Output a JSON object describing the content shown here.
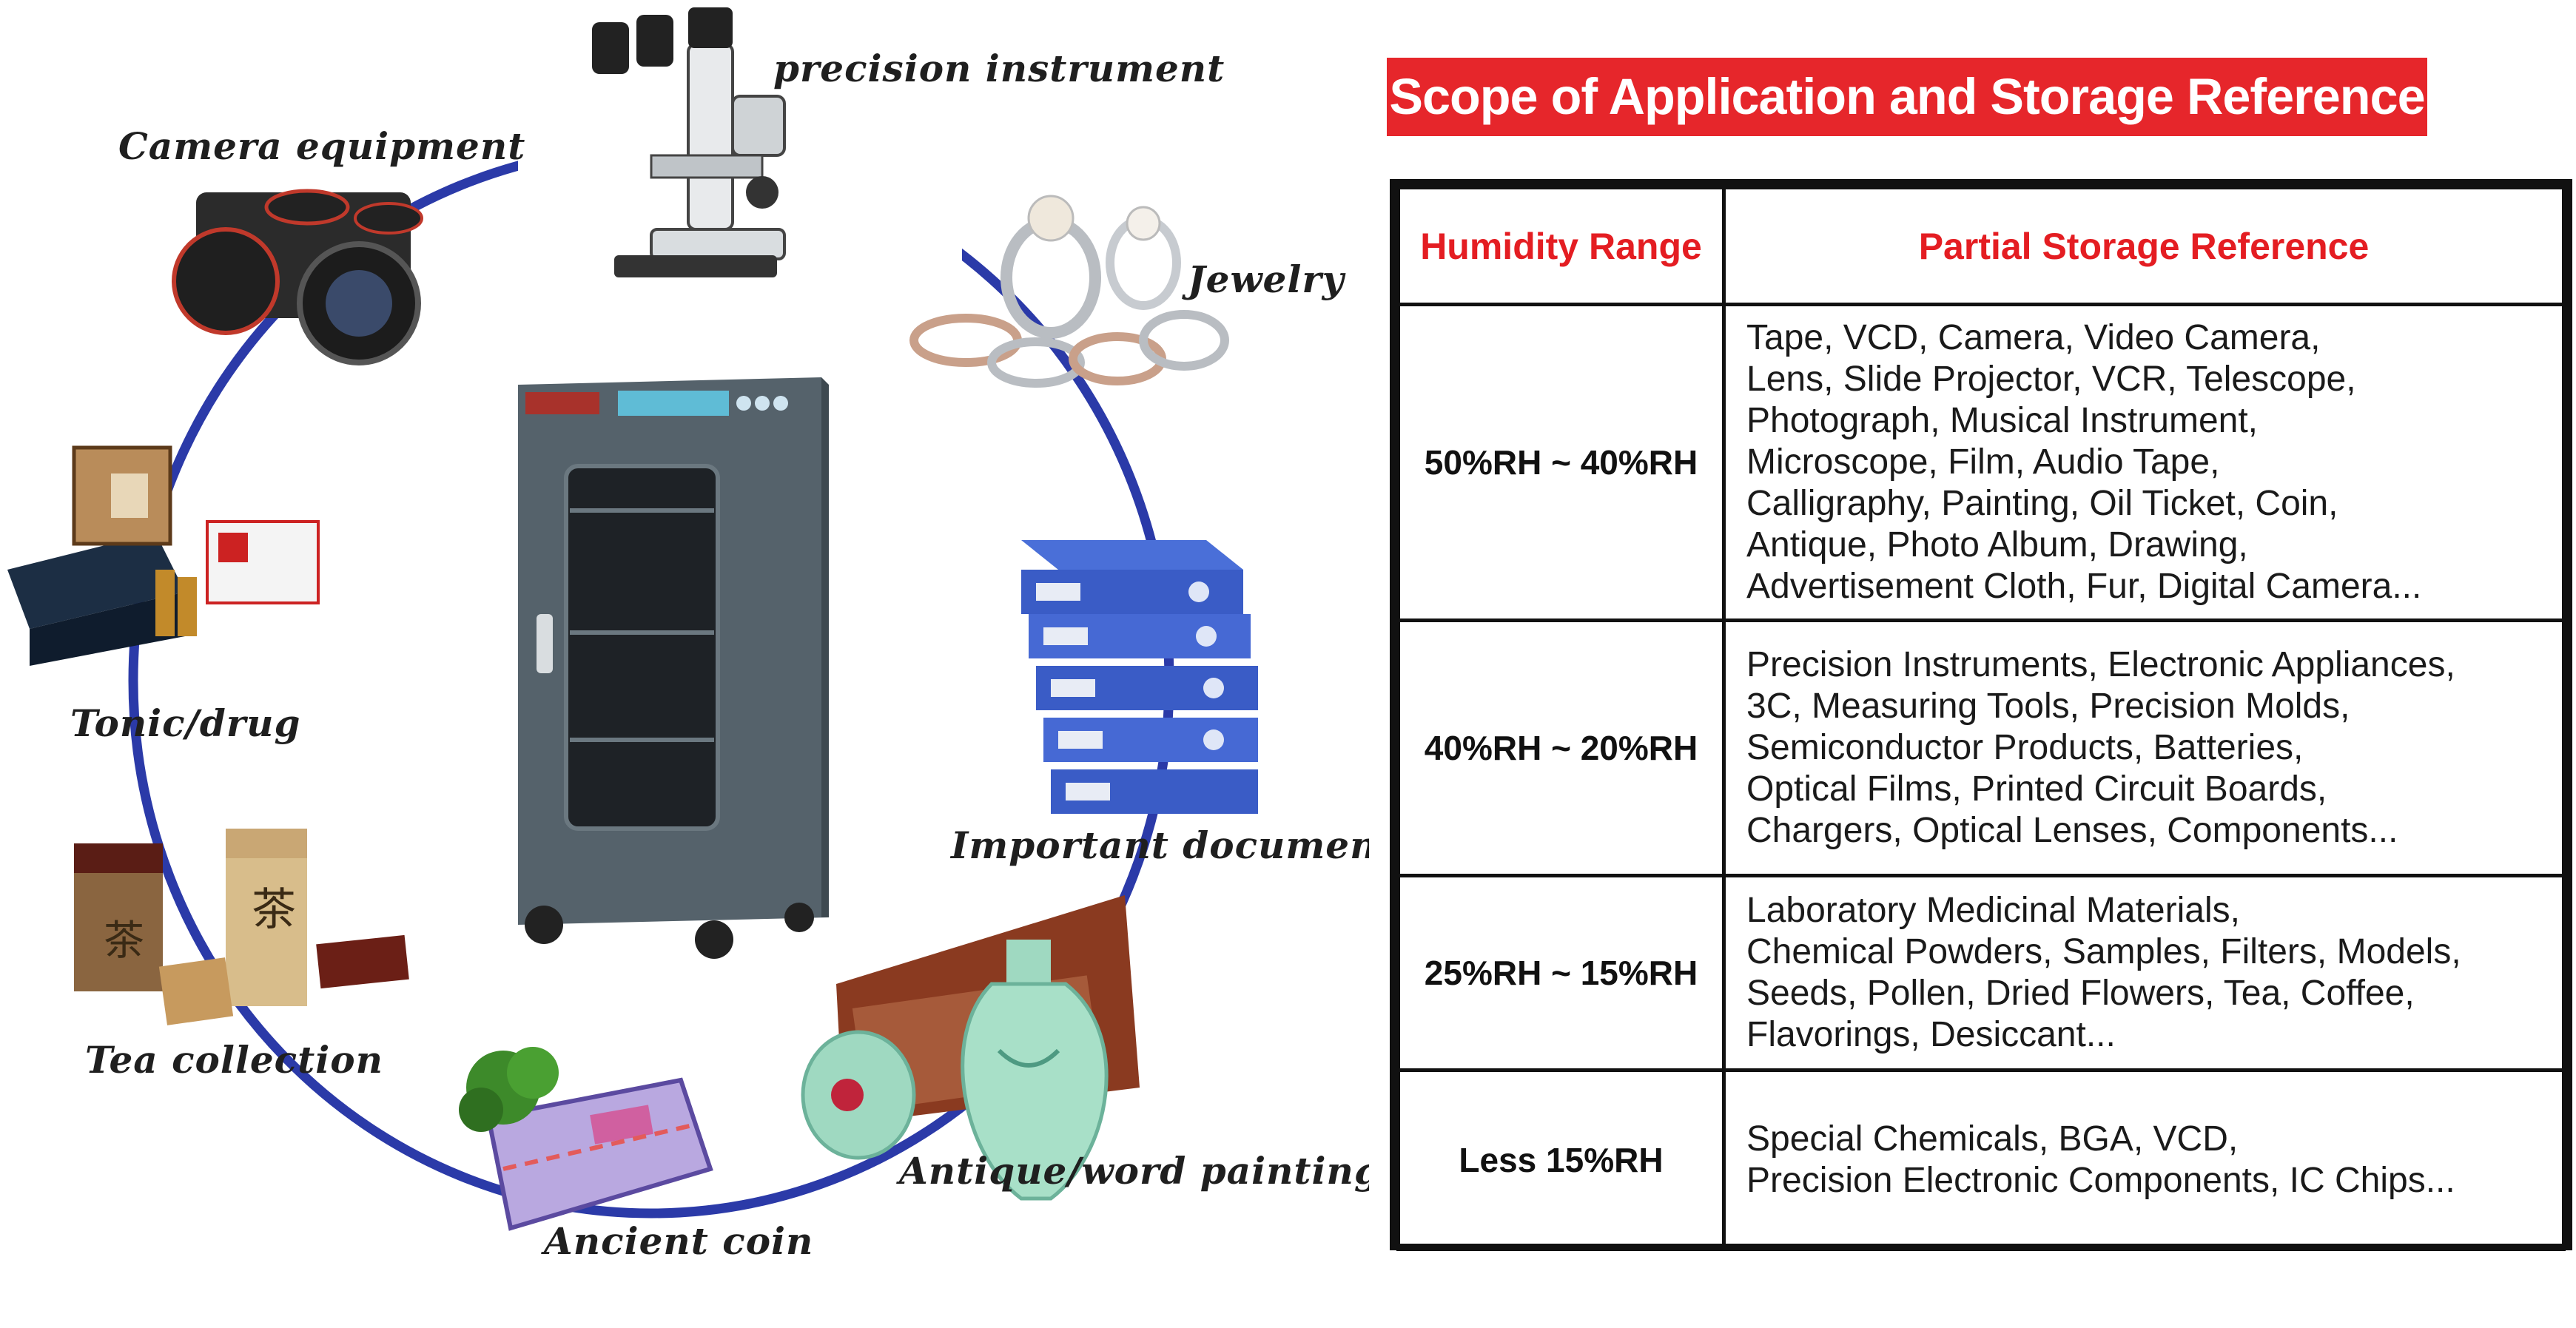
{
  "title": "Scope of Application and Storage Reference",
  "categories": [
    "precision instrument",
    "Jewelry",
    "Important document",
    "Antique/word painting",
    "Ancient coin",
    "Tea collection",
    "Tonic/drug",
    "Camera equipment"
  ],
  "table": {
    "headers": [
      "Humidity Range",
      "Partial Storage Reference"
    ],
    "rows": [
      {
        "range": "50%RH ~ 40%RH",
        "lines": [
          "Tape, VCD, Camera, Video Camera,",
          "Lens, Slide Projector, VCR, Telescope,",
          "Photograph, Musical Instrument,",
          "Microscope, Film, Audio Tape,",
          "Calligraphy, Painting, Oil Ticket, Coin,",
          "Antique, Photo Album, Drawing,",
          "Advertisement Cloth, Fur, Digital Camera..."
        ]
      },
      {
        "range": "40%RH ~ 20%RH",
        "lines": [
          "Precision Instruments, Electronic Appliances,",
          "3C, Measuring Tools, Precision Molds,",
          "Semiconductor Products, Batteries,",
          "Optical Films, Printed Circuit Boards,",
          "Chargers, Optical Lenses, Components..."
        ]
      },
      {
        "range": "25%RH ~ 15%RH",
        "lines": [
          "Laboratory Medicinal Materials,",
          "Chemical Powders, Samples, Filters, Models,",
          "Seeds, Pollen, Dried Flowers, Tea, Coffee,",
          "Flavorings, Desiccant..."
        ]
      },
      {
        "range": "Less 15%RH",
        "lines": [
          "Special Chemicals, BGA, VCD,",
          "Precision Electronic Components, IC Chips..."
        ]
      }
    ]
  },
  "colors": {
    "accent_red": "#e6262b",
    "ring_blue": "#2b3aa8",
    "cabinet_gray": "#4f5b63"
  }
}
